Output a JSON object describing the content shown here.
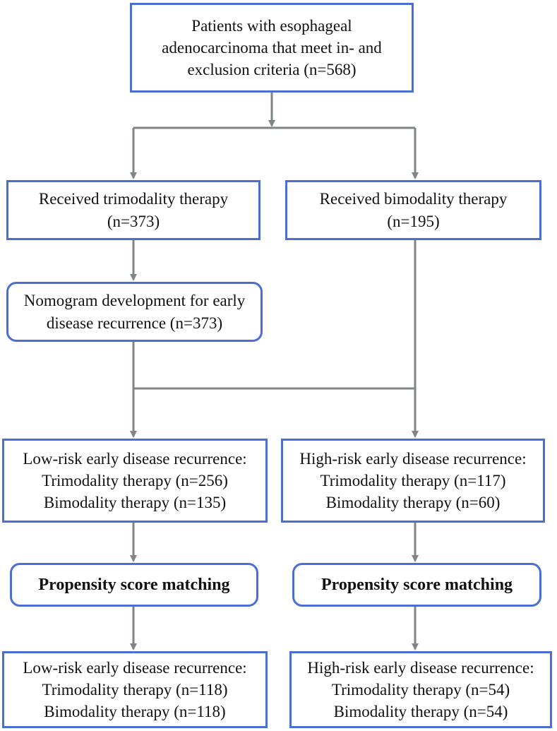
{
  "boxes": {
    "start": {
      "lines": [
        "Patients with esophageal",
        "adenocarcinoma that meet in- and",
        "exclusion criteria (n=568)"
      ]
    },
    "trimodality": {
      "lines": [
        "Received trimodality therapy",
        "(n=373)"
      ]
    },
    "bimodality": {
      "lines": [
        "Received bimodality therapy",
        "(n=195)"
      ]
    },
    "nomogram": {
      "lines": [
        "Nomogram development for early",
        "disease recurrence (n=373)"
      ]
    },
    "low_risk": {
      "lines": [
        "Low-risk early disease recurrence:",
        "Trimodality therapy (n=256)",
        "Bimodality therapy (n=135)"
      ]
    },
    "high_risk": {
      "lines": [
        "High-risk early disease recurrence:",
        "Trimodality therapy (n=117)",
        "Bimodality therapy (n=60)"
      ]
    },
    "psm_left": {
      "lines": [
        "Propensity score matching"
      ]
    },
    "psm_right": {
      "lines": [
        "Propensity score matching"
      ]
    },
    "low_risk_matched": {
      "lines": [
        "Low-risk early disease recurrence:",
        "Trimodality therapy (n=118)",
        "Bimodality therapy (n=118)"
      ]
    },
    "high_risk_matched": {
      "lines": [
        "High-risk early disease recurrence:",
        "Trimodality therapy (n=54)",
        "Bimodality therapy (n=54)"
      ]
    }
  },
  "colors": {
    "box_border": "#4a6ed1",
    "connector": "#7f8582",
    "text": "#111111"
  }
}
